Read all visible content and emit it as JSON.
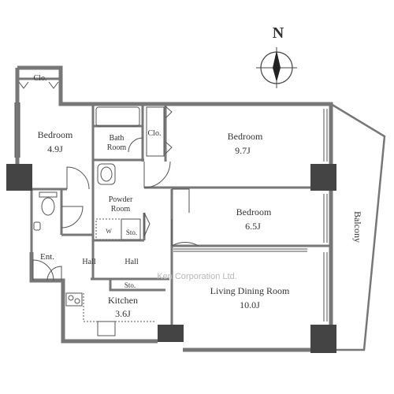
{
  "compass": {
    "label": "N"
  },
  "rooms": {
    "bedroom_west": {
      "name": "Bedroom",
      "size": "4.9J"
    },
    "bedroom_north": {
      "name": "Bedroom",
      "size": "9.7J"
    },
    "bedroom_middle": {
      "name": "Bedroom",
      "size": "6.5J"
    },
    "ldk": {
      "name": "Living Dining Room",
      "size": "10.0J"
    },
    "kitchen": {
      "name": "Kitchen",
      "size": "3.6J"
    },
    "bath": {
      "line1": "Bath",
      "line2": "Room"
    },
    "powder": {
      "line1": "Powder",
      "line2": "Room"
    }
  },
  "labels": {
    "closet": "Clo.",
    "storage": "Sto.",
    "washer": "W",
    "entrance": "Ent.",
    "hall": "Hall",
    "balcony": "Balcony"
  },
  "watermark": "Ken Corporation Ltd.",
  "colors": {
    "wall": "#777777",
    "column": "#444444",
    "line": "#555555"
  }
}
